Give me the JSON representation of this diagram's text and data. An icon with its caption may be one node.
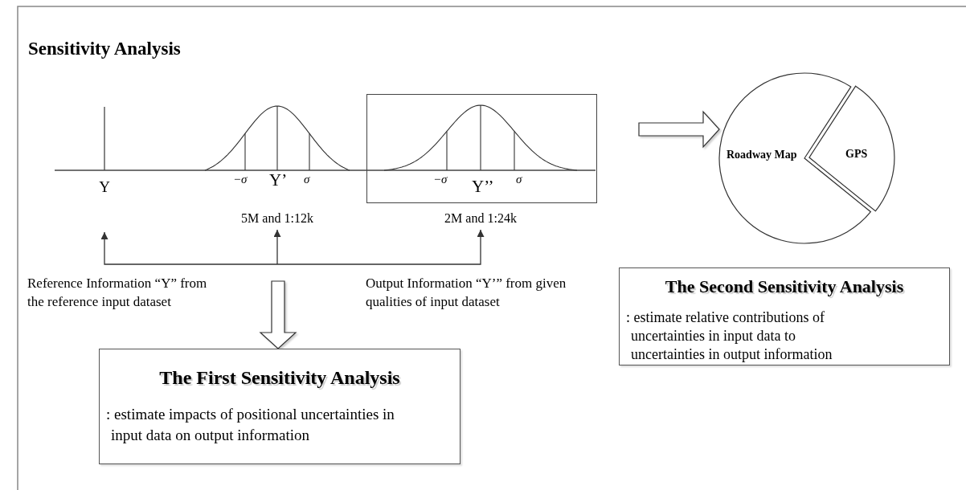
{
  "diagram": {
    "title": "Sensitivity Analysis",
    "nodes": [
      {
        "text": [
          "Y"
        ]
      },
      {
        "text": [
          "5M and 1:12k"
        ]
      },
      {
        "text": [
          "−σ",
          "Y’’",
          "σ"
        ]
      },
      {
        "text": [
          "2M and 1:24k"
        ]
      },
      {
        "text": [
          "Roadway Map"
        ]
      },
      {
        "text": [
          "GPS"
        ]
      },
      {
        "text": [
          "The First Sensitivity Analysis",
          ": estimate impacts of positional uncertainties in input data on output information"
        ]
      },
      {
        "text": [
          "The Second Sensitivity Analysis",
          ": estimate relative contributions of uncertainties in input data to uncertainties in output information"
        ]
      }
    ],
    "edges": [
      {
        "from": null,
        "to": 0,
        "arrow": "to"
      },
      {
        "from": null,
        "to": 1,
        "arrow": "to"
      },
      {
        "from": null,
        "to": 3,
        "arrow": "to"
      },
      {
        "from": null,
        "to": 6,
        "arrow": "to",
        "style": "thick"
      },
      {
        "from": null,
        "to": 4,
        "arrow": "to",
        "style": "thick"
      }
    ],
    "labels": [
      "−σ",
      "Y’",
      "σ",
      "Reference Information “Y” from the reference input dataset",
      "Output Information “Y’” from given qualities of input dataset"
    ]
  }
}
